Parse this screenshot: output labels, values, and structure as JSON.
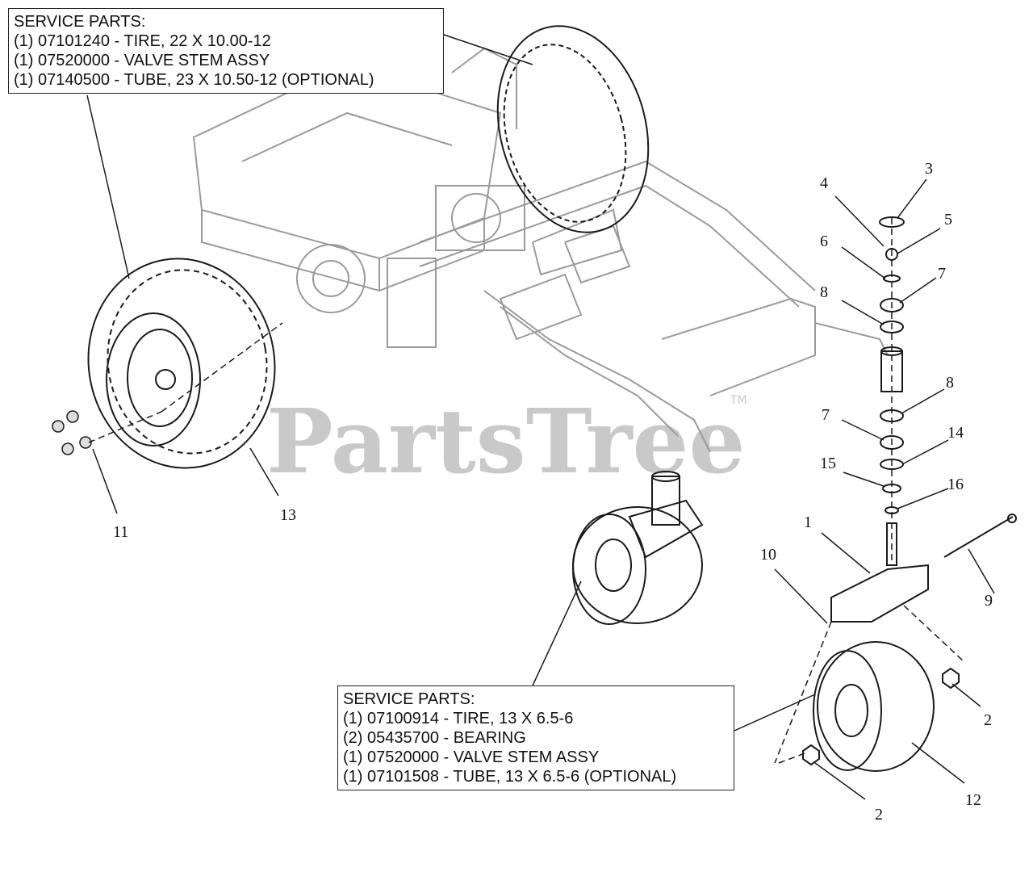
{
  "watermark": {
    "text": "PartsTree",
    "tm": "TM"
  },
  "callouts": {
    "top": {
      "title": "SERVICE PARTS:",
      "lines": [
        "(1) 07101240 - TIRE, 22 X 10.00-12",
        "(1) 07520000 - VALVE STEM ASSY",
        "(1) 07140500 - TUBE, 23 X 10.50-12 (OPTIONAL)"
      ]
    },
    "bottom": {
      "title": "SERVICE PARTS:",
      "lines": [
        "(1) 07100914 - TIRE, 13 X 6.5-6",
        "(2) 05435700 - BEARING",
        "(1) 07520000 - VALVE STEM ASSY",
        "(1) 07101508 - TUBE, 13 X 6.5-6 (OPTIONAL)"
      ]
    }
  },
  "part_numbers": {
    "p1": "1",
    "p2a": "2",
    "p2b": "2",
    "p3": "3",
    "p4": "4",
    "p5": "5",
    "p6": "6",
    "p7a": "7",
    "p7b": "7",
    "p8a": "8",
    "p8b": "8",
    "p9": "9",
    "p10": "10",
    "p11": "11",
    "p12": "12",
    "p13": "13",
    "p14": "14",
    "p15": "15",
    "p16": "16"
  },
  "colors": {
    "line": "#1a1a1a",
    "frame": "#9a9a9a",
    "watermark": "#c9c9c9"
  }
}
